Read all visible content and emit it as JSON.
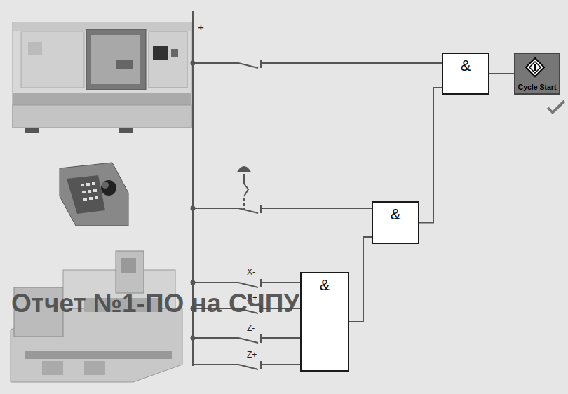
{
  "diagram": {
    "nodes": [
      {
        "text": [
          "&"
        ]
      },
      {
        "text": [
          "Cycle Start"
        ]
      },
      {
        "text": [
          "&"
        ]
      },
      {
        "text": [
          "&"
        ]
      }
    ],
    "edges": [
      {
        "from": 3,
        "to": 2,
        "arrow": "none"
      },
      {
        "from": 2,
        "to": 0,
        "arrow": "none"
      },
      {
        "from": 0,
        "to": 1,
        "arrow": "none"
      }
    ],
    "labels": [
      "+",
      "X-",
      "X+",
      "Z-",
      "Z+",
      "Отчет №1-ПО на СЧПУ"
    ]
  }
}
